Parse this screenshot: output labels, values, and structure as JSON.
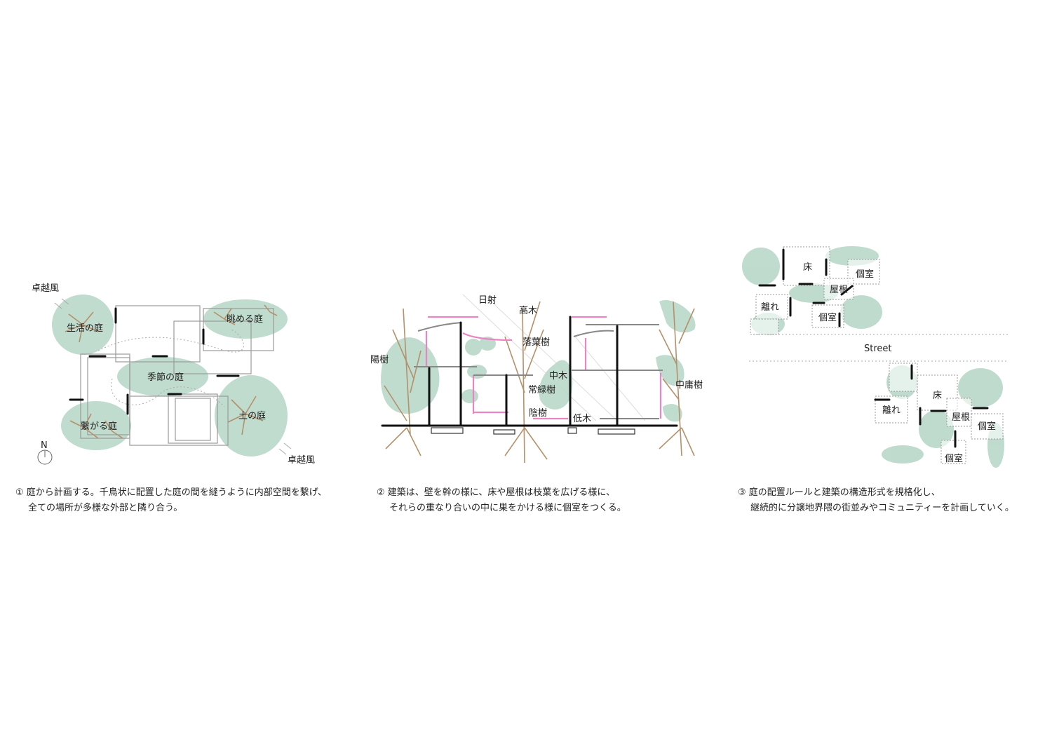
{
  "diagram1": {
    "labels": {
      "wind_top": "卓越風",
      "garden_living": "生活の庭",
      "garden_view": "眺める庭",
      "garden_season": "季節の庭",
      "garden_soil": "土の庭",
      "garden_connect": "繋がる庭",
      "wind_bottom": "卓越風",
      "north": "N"
    },
    "caption": {
      "line1": "① 庭から計画する。千鳥状に配置した庭の間を縫うように内部空間を繋げ、",
      "line2": "全ての場所が多様な外部と隣り合う。"
    }
  },
  "diagram2": {
    "labels": {
      "sunlight": "日射",
      "tall_tree": "高木",
      "deciduous": "落葉樹",
      "sun_tree": "陽樹",
      "mid_tree": "中木",
      "evergreen": "常緑樹",
      "intermediate_tree": "中庸樹",
      "shade_tree": "陰樹",
      "shrub": "低木"
    },
    "caption": {
      "line1": "② 建築は、壁を幹の様に、床や屋根は枝葉を広げる様に、",
      "line2": "それらの重なり合いの中に巣をかける様に個室をつくる。"
    }
  },
  "diagram3": {
    "labels": {
      "floor_a": "床",
      "room_a1": "個室",
      "roof_a": "屋根",
      "annex_a": "離れ",
      "room_a2": "個室",
      "street": "Street",
      "floor_b": "床",
      "annex_b": "離れ",
      "roof_b": "屋根",
      "room_b1": "個室",
      "room_b2": "個室"
    },
    "caption": {
      "line1": "③ 庭の配置ルールと建築の構造形式を規格化し、",
      "line2": "継続的に分譲地界隈の街並みやコミュニティーを計画していく。"
    }
  },
  "colors": {
    "green": "#b9d8c9",
    "pink": "#e985c3",
    "branch": "#b4916a",
    "wall": "#111111"
  }
}
